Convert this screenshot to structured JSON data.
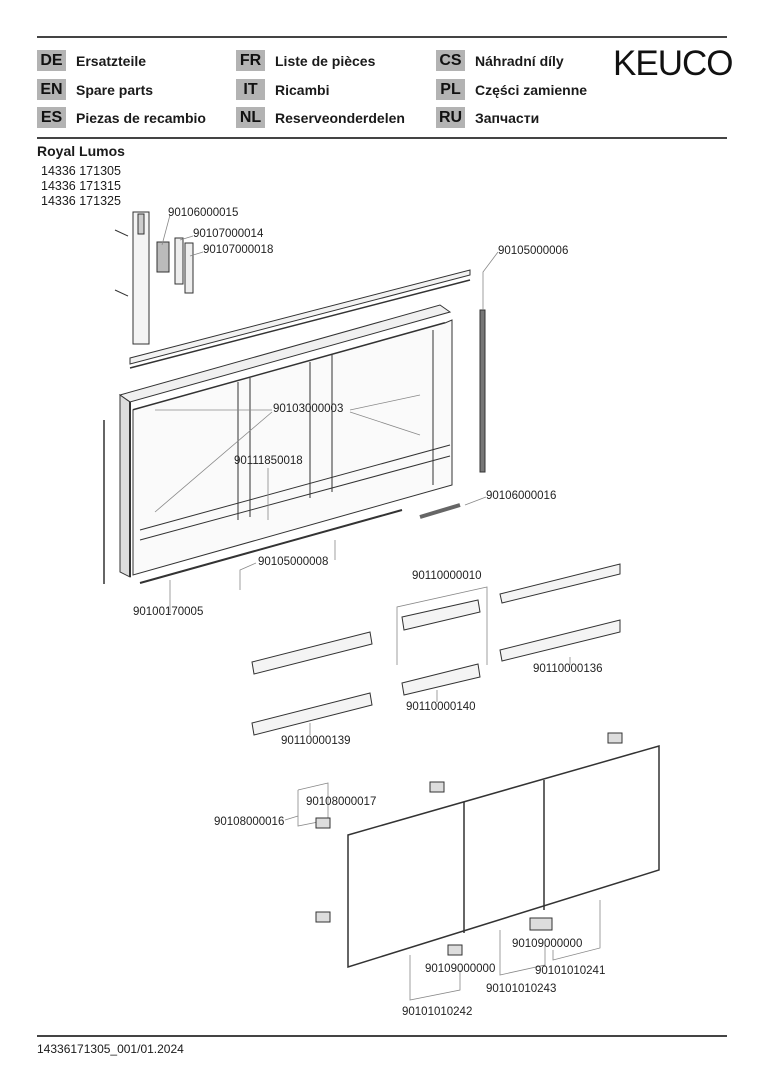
{
  "header": {
    "languages": [
      {
        "code": "DE",
        "label": "Ersatzteile"
      },
      {
        "code": "EN",
        "label": "Spare parts"
      },
      {
        "code": "ES",
        "label": "Piezas de recambio"
      },
      {
        "code": "FR",
        "label": "Liste de pièces"
      },
      {
        "code": "IT",
        "label": "Ricambi"
      },
      {
        "code": "NL",
        "label": "Reserveonderdelen"
      },
      {
        "code": "CS",
        "label": "Náhradní díly"
      },
      {
        "code": "PL",
        "label": "Części zamienne"
      },
      {
        "code": "RU",
        "label": "Запчасти"
      }
    ],
    "logo": "KEUCO"
  },
  "product": {
    "name": "Royal Lumos",
    "article_numbers": [
      "14336 171305",
      "14336 171315",
      "14336 171325"
    ]
  },
  "parts": [
    "90106000015",
    "90107000014",
    "90107000018",
    "90105000006",
    "90103000003",
    "90111850018",
    "90106000016",
    "90105000008",
    "90100170005",
    "90110000010",
    "90110000136",
    "90110000140",
    "90110000139",
    "90108000017",
    "90108000016",
    "90109000000",
    "90101010241",
    "90109000000",
    "90101010243",
    "90101010242"
  ],
  "footer": "14336171305_001/01.2024"
}
